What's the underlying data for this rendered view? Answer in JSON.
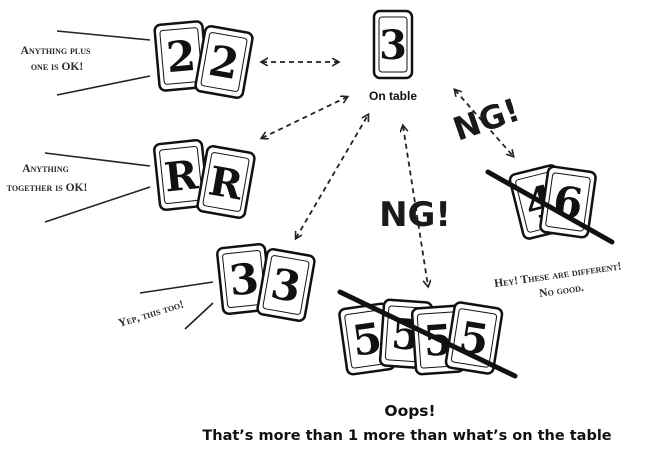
{
  "table": {
    "card": "3",
    "label": "On table"
  },
  "plays": {
    "plus_one": {
      "cards": [
        "2",
        "2"
      ],
      "caption": [
        "Anything plus",
        "one is OK!"
      ]
    },
    "together": {
      "cards": [
        "R",
        "R"
      ],
      "caption": [
        "Anything",
        "together is OK!"
      ]
    },
    "same": {
      "cards": [
        "3",
        "3"
      ],
      "caption": [
        "Yep, this too!"
      ]
    },
    "different": {
      "cards": [
        "4",
        "6"
      ],
      "verdict": "NG!",
      "caption": [
        "Hey! These are different!",
        "No good."
      ]
    },
    "too_high": {
      "cards": [
        "5",
        "5",
        "5",
        "5"
      ],
      "verdict": "NG!",
      "caption": [
        "Oops!",
        "That’s more than 1 more than what’s on the table"
      ]
    }
  }
}
